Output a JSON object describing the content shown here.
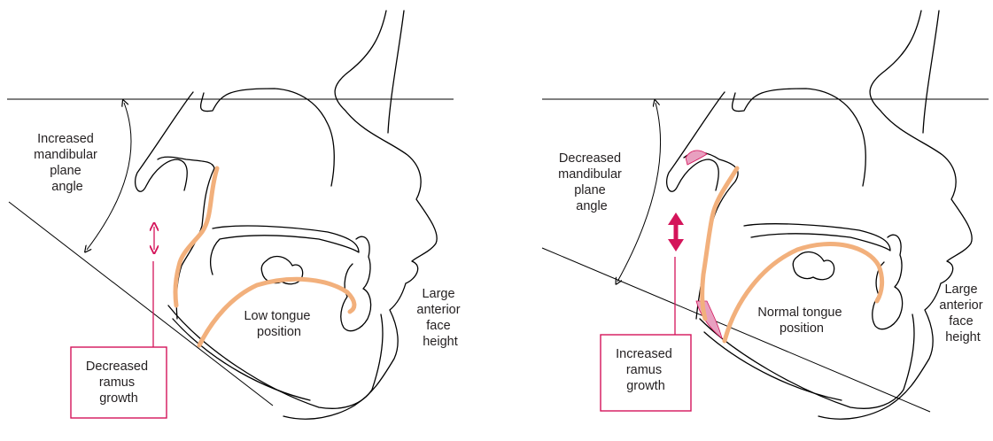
{
  "left_panel": {
    "angle_label": [
      "Increased",
      "mandibular",
      "plane",
      "angle"
    ],
    "tongue_label": [
      "Low tongue",
      "position"
    ],
    "face_height_label": [
      "Large",
      "anterior",
      "face",
      "height"
    ],
    "ramus_box_label": [
      "Decreased",
      "ramus",
      "growth"
    ]
  },
  "right_panel": {
    "angle_label": [
      "Decreased",
      "mandibular",
      "plane",
      "angle"
    ],
    "tongue_label": [
      "Normal tongue",
      "position"
    ],
    "face_height_label": [
      "Large",
      "anterior",
      "face",
      "height"
    ],
    "ramus_box_label": [
      "Increased",
      "ramus",
      "growth"
    ]
  },
  "colors": {
    "line": "#000000",
    "highlight_orange": "#f2b07c",
    "accent_pink": "#d4145a",
    "pink_fill": "#e8a0c0"
  }
}
